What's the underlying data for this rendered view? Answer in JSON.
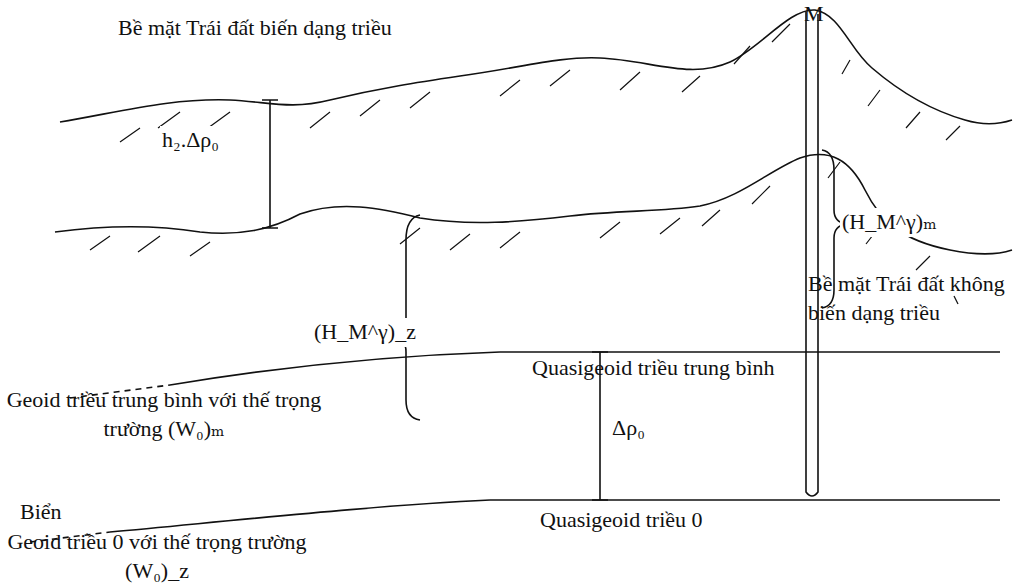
{
  "diagram": {
    "labels": [
      "M",
      "Bề mặt Trái đất biến dạng triều",
      "h₂.Δρ₀",
      "(H_M^γ)ₘ",
      "Bề mặt Trái đất không biến dạng triều",
      "(H_M^γ)_z",
      "Quasigeoid triều trung bình",
      "Δρ₀",
      "Geoid triều trung bình với thế trọng trường (W₀)ₘ",
      "Biển",
      "Quasigeoid triều 0",
      "Geoid triều 0 với thế trọng trường (W₀)_z"
    ]
  }
}
